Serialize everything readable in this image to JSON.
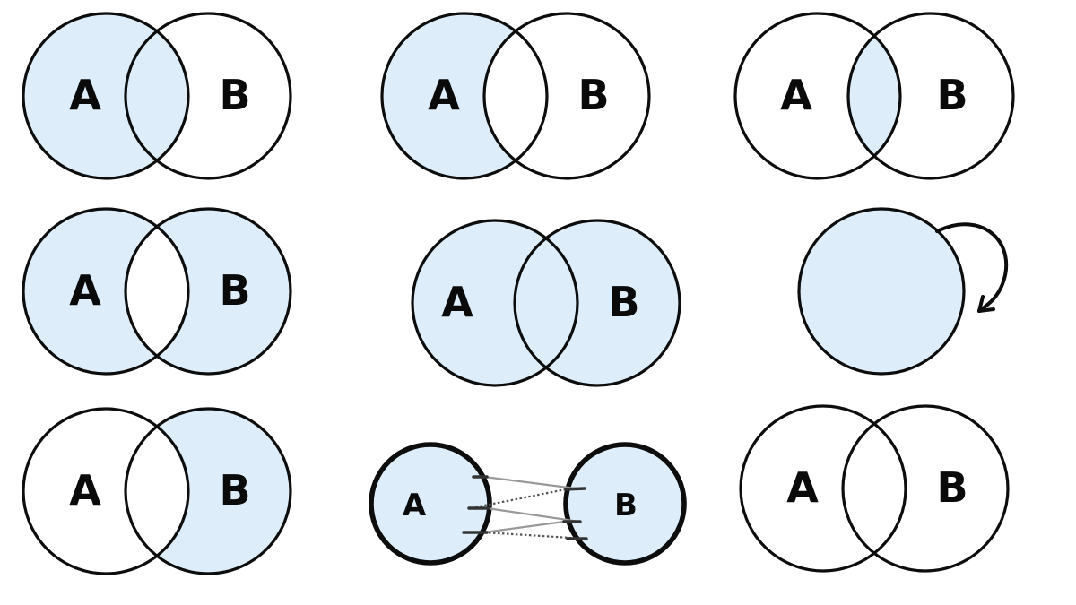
{
  "palette": {
    "fill": "#ddeefa",
    "stroke": "#0d0d0d",
    "connector_gray": "#999999",
    "connector_dark": "#555555"
  },
  "diagrams": [
    {
      "name": "venn-left-circle-fully-shaded",
      "label_a": "A",
      "label_b": "B",
      "shaded_region": "A including intersection"
    },
    {
      "name": "venn-left-only-shaded",
      "label_a": "A",
      "label_b": "B",
      "shaded_region": "A excluding intersection"
    },
    {
      "name": "venn-intersection-shaded",
      "label_a": "A",
      "label_b": "B",
      "shaded_region": "intersection only"
    },
    {
      "name": "venn-both-shaded-excluding-intersection",
      "label_a": "A",
      "label_b": "B",
      "shaded_region": "A and B excluding intersection"
    },
    {
      "name": "venn-both-fully-shaded",
      "label_a": "A",
      "label_b": "B",
      "shaded_region": "A and B including intersection"
    },
    {
      "name": "single-circle-self-loop",
      "shaded_region": "entire single circle"
    },
    {
      "name": "venn-right-only-shaded",
      "label_a": "A",
      "label_b": "B",
      "shaded_region": "B excluding intersection"
    },
    {
      "name": "disjoint-circles-cross-connected",
      "label_a": "A",
      "label_b": "B",
      "shaded_region": "both disjoint circles"
    },
    {
      "name": "venn-unshaded",
      "label_a": "A",
      "label_b": "B",
      "shaded_region": "none"
    }
  ]
}
